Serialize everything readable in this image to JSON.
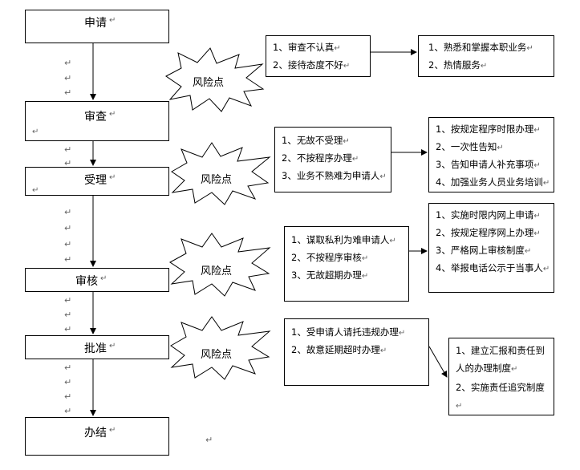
{
  "para_mark": "↵",
  "stages": [
    {
      "id": "shenqing",
      "label": "申请"
    },
    {
      "id": "shencha",
      "label": "审查"
    },
    {
      "id": "shouli",
      "label": "受理"
    },
    {
      "id": "shenhe",
      "label": "审核"
    },
    {
      "id": "pizhun",
      "label": "批准"
    },
    {
      "id": "banjie",
      "label": "办结"
    }
  ],
  "risk_label": "风险点",
  "risks": [
    {
      "stage": "审查",
      "items": [
        "1、审查不认真",
        "2、接待态度不好"
      ]
    },
    {
      "stage": "受理",
      "items": [
        "1、无故不受理",
        "2、不按程序办理",
        "3、业务不熟难为申请人"
      ]
    },
    {
      "stage": "审核",
      "items": [
        "1、谋取私利为难申请人",
        "2、不按程序审核",
        "3、无故超期办理"
      ]
    },
    {
      "stage": "批准",
      "items": [
        "1、受申请人请托违规办理",
        "2、故意延期超时办理"
      ]
    }
  ],
  "measures": [
    {
      "items": [
        "1、熟悉和掌握本职业务",
        "2、热情服务"
      ]
    },
    {
      "items": [
        "1、按规定程序时限办理",
        "2、一次性告知",
        "3、告知申请人补充事项",
        "4、加强业务人员业务培训"
      ]
    },
    {
      "items": [
        "1、实施时限内网上申请",
        "2、按规定程序网上办理",
        "3、严格网上审核制度",
        "4、举报电话公示于当事人"
      ]
    },
    {
      "items": [
        "1、建立汇报和责任到人的办理制度",
        "2、实施责任追究制度"
      ]
    }
  ]
}
